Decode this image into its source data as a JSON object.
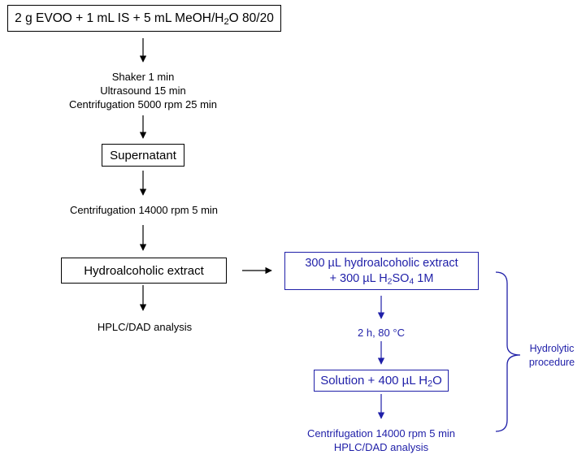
{
  "colors": {
    "black": "#000000",
    "blue": "#1f1fa8"
  },
  "left_column": {
    "start_box": {
      "pre": "2 g EVOO + 1 mL IS + 5 mL MeOH/H",
      "sub": "2",
      "post": "O 80/20"
    },
    "step1_lines": [
      "Shaker 1 min",
      "Ultrasound 15 min",
      "Centrifugation 5000 rpm 25 min"
    ],
    "supernatant_box": "Supernatant",
    "step2_text": "Centrifugation 14000 rpm 5 min",
    "extract_box": "Hydroalcoholic extract",
    "hplc_text": "HPLC/DAD analysis"
  },
  "right_column": {
    "mix_box": {
      "line1": "300 µL hydroalcoholic extract",
      "line2_pre": "+ 300 µL H",
      "line2_sub1": "2",
      "line2_mid": "SO",
      "line2_sub2": "4",
      "line2_post": " 1M"
    },
    "heat_text": "2 h, 80 °C",
    "solution_box": {
      "pre": "Solution + 400 µL H",
      "sub": "2",
      "post": "O"
    },
    "final_lines": [
      "Centrifugation 14000 rpm 5 min",
      "HPLC/DAD analysis"
    ]
  },
  "bracket_label_lines": [
    "Hydrolytic",
    "procedure"
  ]
}
